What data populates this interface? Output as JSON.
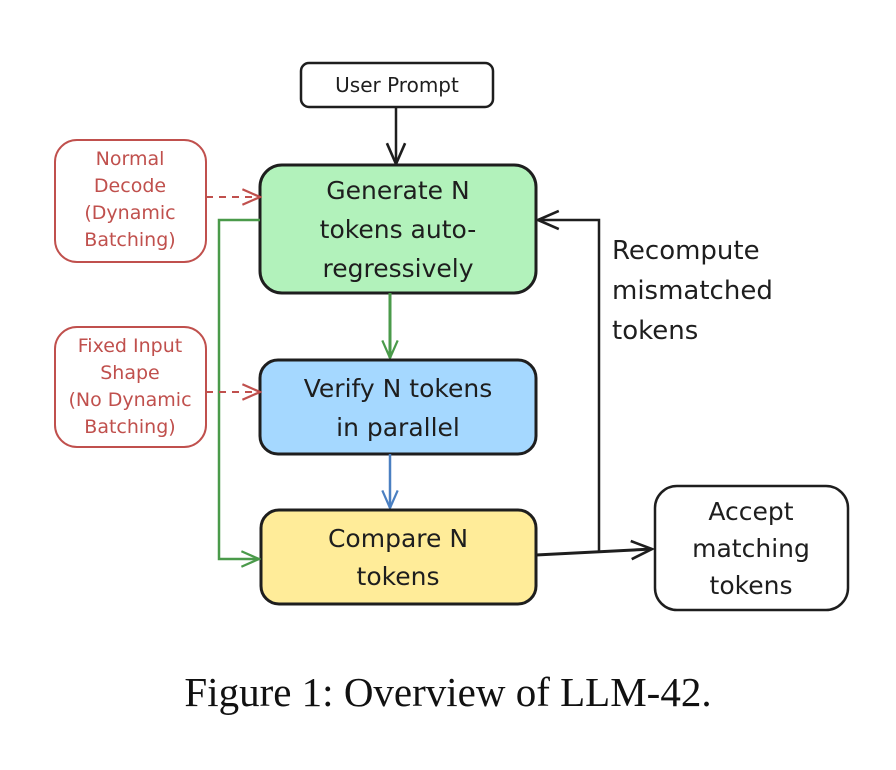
{
  "diagram": {
    "nodes": {
      "user_prompt": {
        "lines": [
          "User Prompt"
        ]
      },
      "generate": {
        "lines": [
          "Generate N",
          "tokens auto-",
          "regressively"
        ],
        "fill": "#b2f2bb"
      },
      "verify": {
        "lines": [
          "Verify N tokens",
          "in parallel"
        ],
        "fill": "#a5d8ff"
      },
      "compare": {
        "lines": [
          "Compare N",
          "tokens"
        ],
        "fill": "#ffec99"
      },
      "accept": {
        "lines": [
          "Accept",
          "matching",
          "tokens"
        ]
      },
      "normal_decode": {
        "lines": [
          "Normal",
          "Decode",
          "(Dynamic",
          "Batching)"
        ]
      },
      "fixed_shape": {
        "lines": [
          "Fixed Input",
          "Shape",
          "(No Dynamic",
          "Batching)"
        ]
      }
    },
    "edge_labels": {
      "recompute": {
        "lines": [
          "Recompute",
          "mismatched",
          "tokens"
        ]
      }
    },
    "colors": {
      "stroke": "#1e1e1e",
      "side": "#c0504d",
      "green_arrow": "#4a9a4a",
      "blue_arrow": "#4a7fc1"
    }
  },
  "caption": "Figure 1: Overview of LLM-42."
}
